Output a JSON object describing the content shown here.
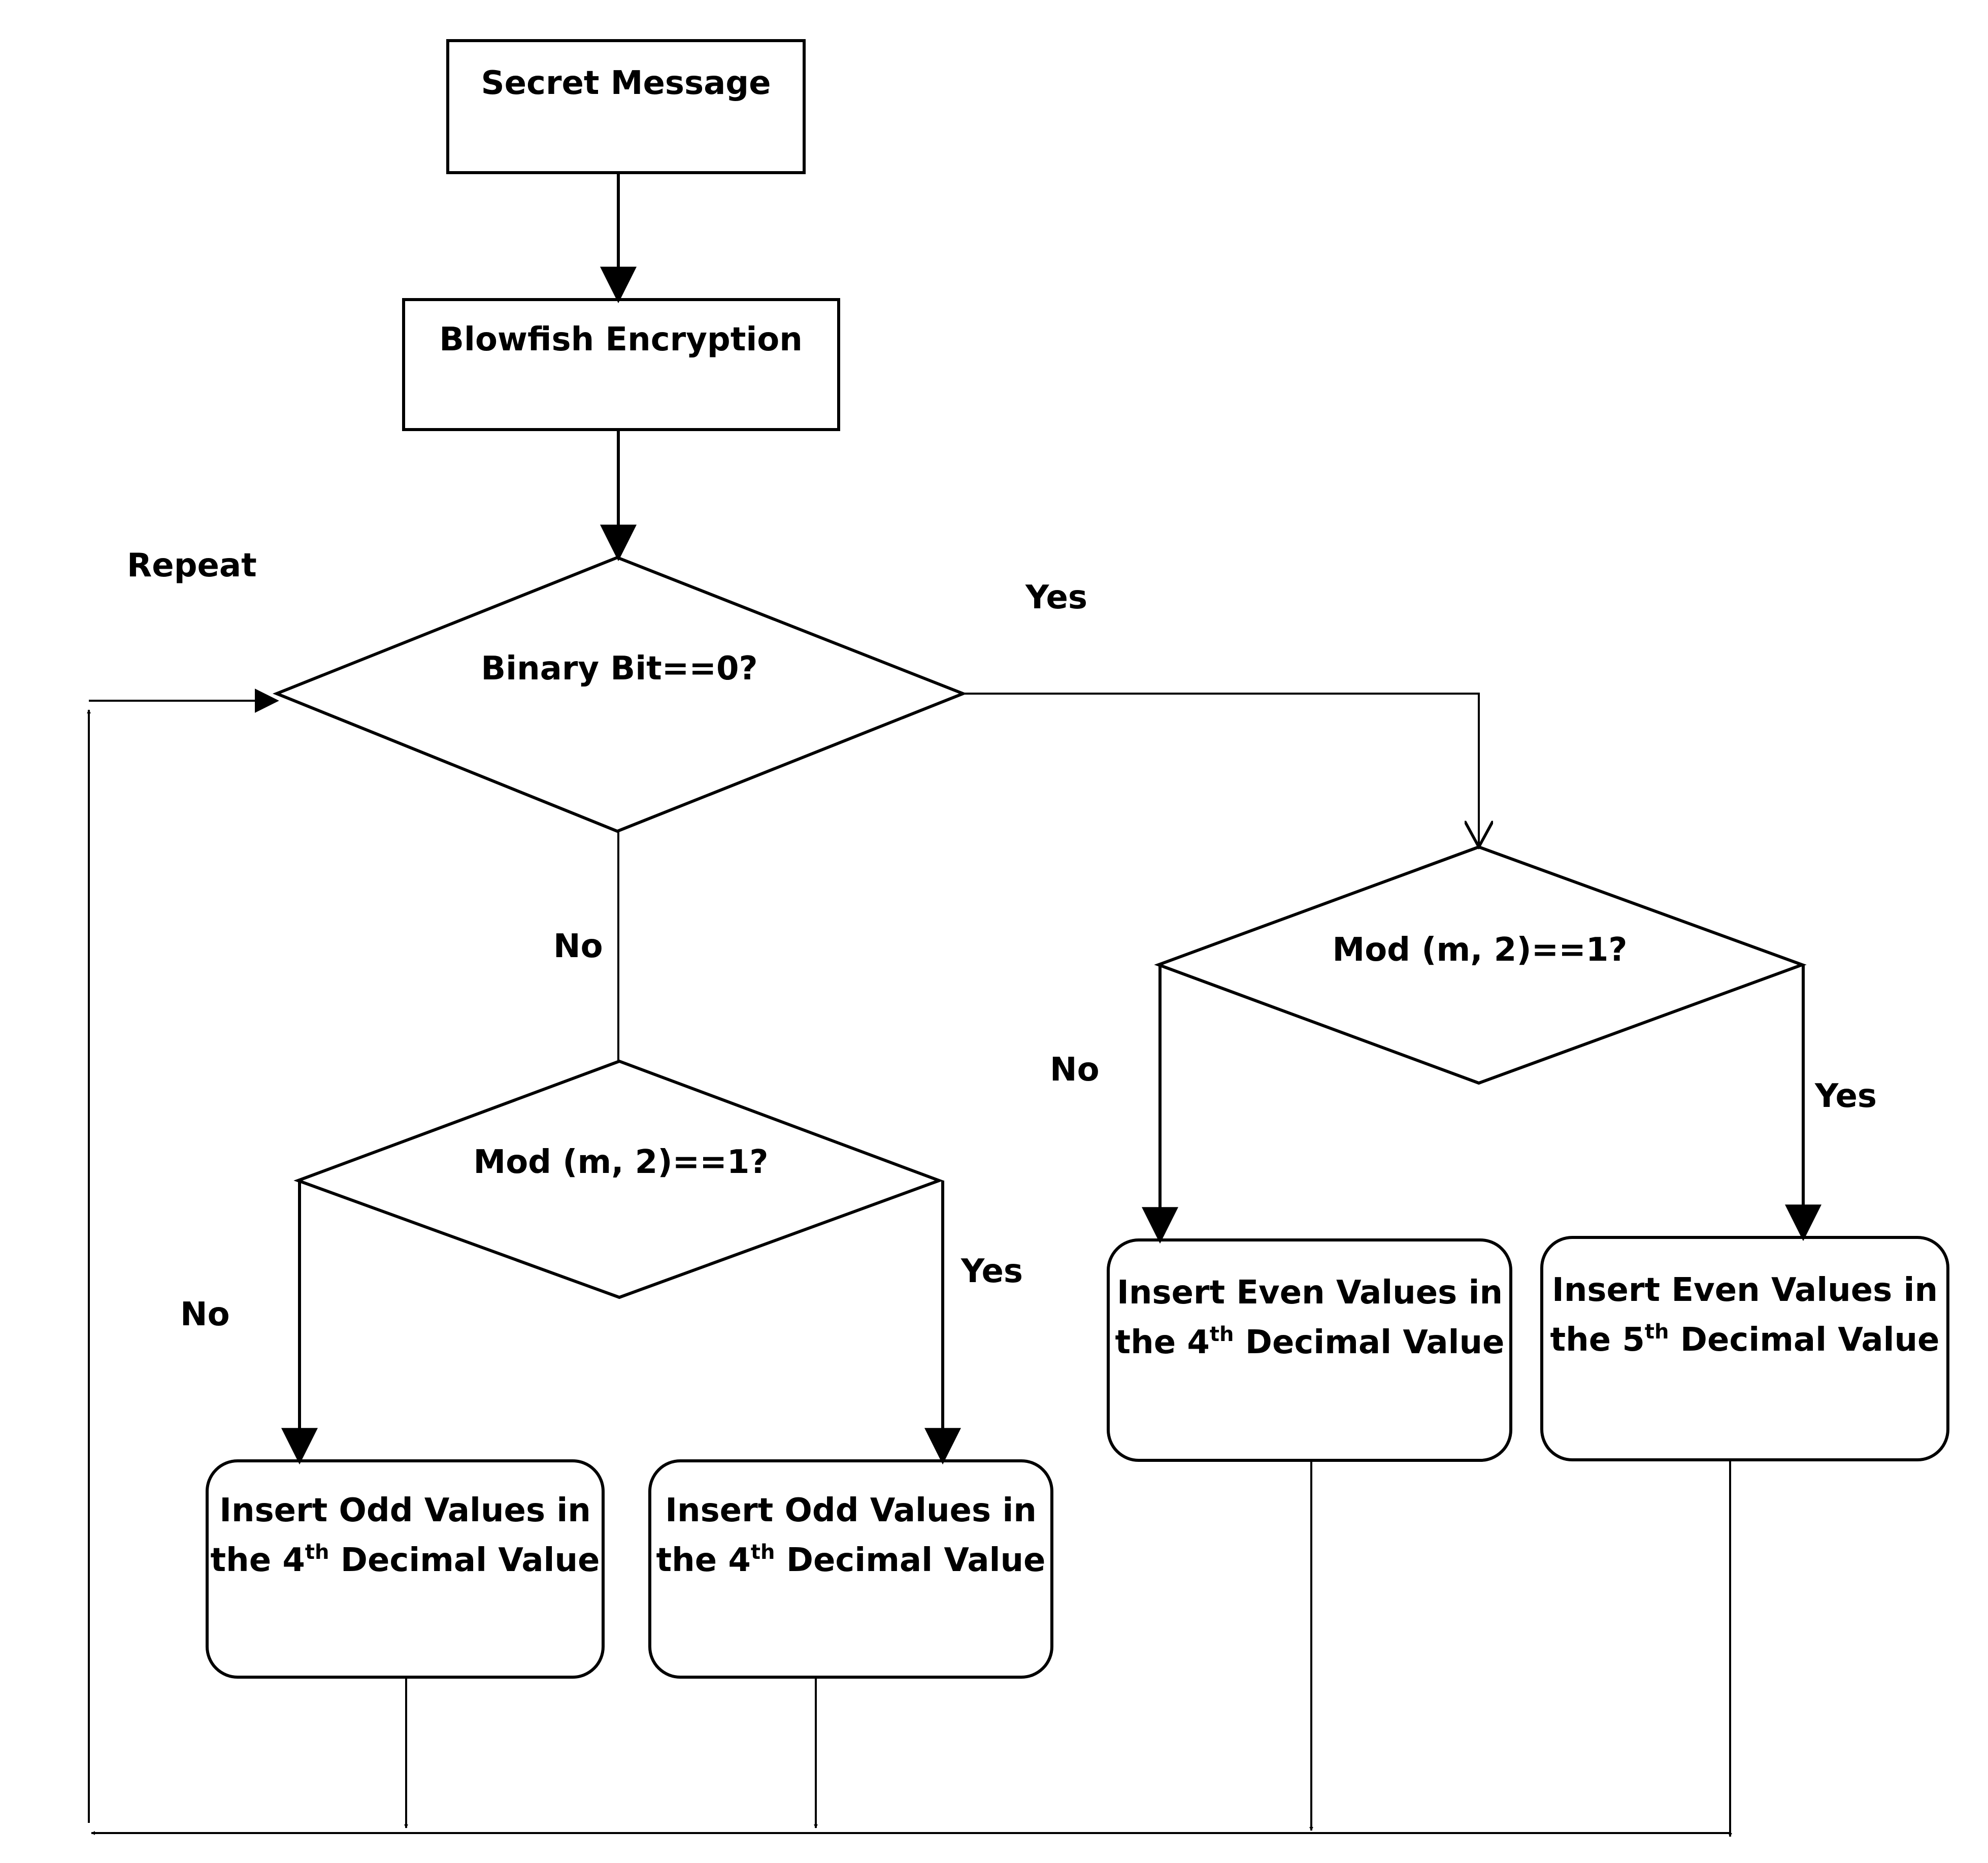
{
  "nodes": {
    "secret_message": "Secret Message",
    "blowfish": "Blowfish Encryption",
    "binary_bit": "Binary Bit==0?",
    "mod_left": "Mod (m, 2)==1?",
    "mod_right": "Mod (m, 2)==1?",
    "odd_no": {
      "line1": "Insert Odd Values in",
      "pre": "the 4",
      "sup": "th",
      "post": " Decimal Value"
    },
    "odd_yes": {
      "line1": "Insert Odd Values in",
      "pre": "the 4",
      "sup": "th",
      "post": " Decimal Value"
    },
    "even_no": {
      "line1": "Insert Even Values in",
      "pre": "the 4",
      "sup": "th",
      "post": " Decimal Value"
    },
    "even_yes": {
      "line1": "Insert Even Values in",
      "pre": "the 5",
      "sup": "th",
      "post": " Decimal Value"
    }
  },
  "edge_labels": {
    "repeat": "Repeat",
    "yes_top": "Yes",
    "no_mid": "No",
    "no_left": "No",
    "yes_left": "Yes",
    "no_right": "No",
    "yes_right": "Yes"
  }
}
